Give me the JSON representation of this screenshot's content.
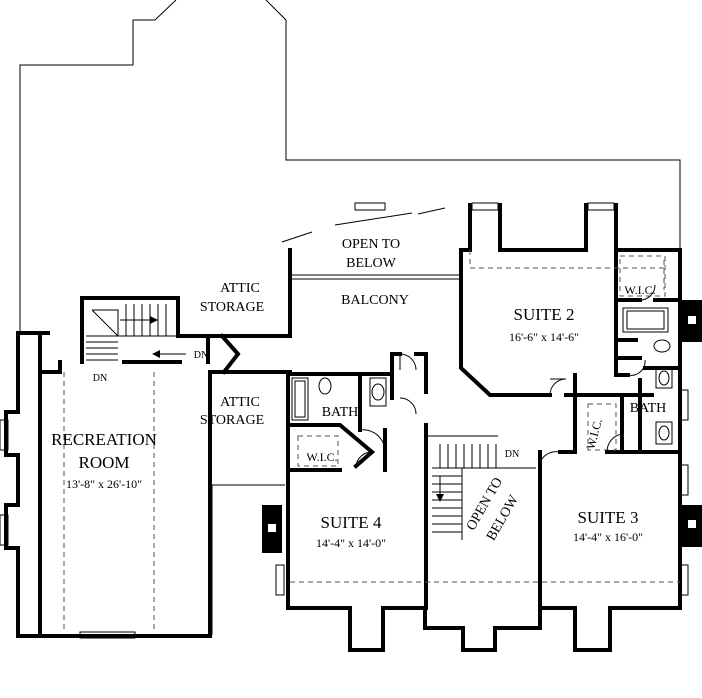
{
  "plan": {
    "rooms": {
      "recreation": {
        "name_line1": "RECREATION",
        "name_line2": "ROOM",
        "size": "13'-8\" x 26'-10\""
      },
      "suite2": {
        "name": "SUITE 2",
        "size": "16'-6\" x 14'-6\""
      },
      "suite3": {
        "name": "SUITE 3",
        "size": "14'-4\" x 16'-0\""
      },
      "suite4": {
        "name": "SUITE 4",
        "size": "14'-4\" x 14'-0\""
      }
    },
    "labels": {
      "attic_upper_1": "ATTIC",
      "attic_upper_2": "STORAGE",
      "attic_lower_1": "ATTIC",
      "attic_lower_2": "STORAGE",
      "open_to_below_1": "OPEN TO",
      "open_to_below_2": "BELOW",
      "balcony": "BALCONY",
      "wic_suite2": "W.I.C.",
      "wic_suite4": "W.I.C.",
      "wic_suite3": "W.I.C.",
      "bath_suite4": "BATH",
      "bath_suite3": "BATH",
      "stair_open_1": "OPEN TO",
      "stair_open_2": "BELOW",
      "dn_stair_left": "DN",
      "dn_attic": "DN",
      "dn_stair_center": "DN"
    }
  }
}
